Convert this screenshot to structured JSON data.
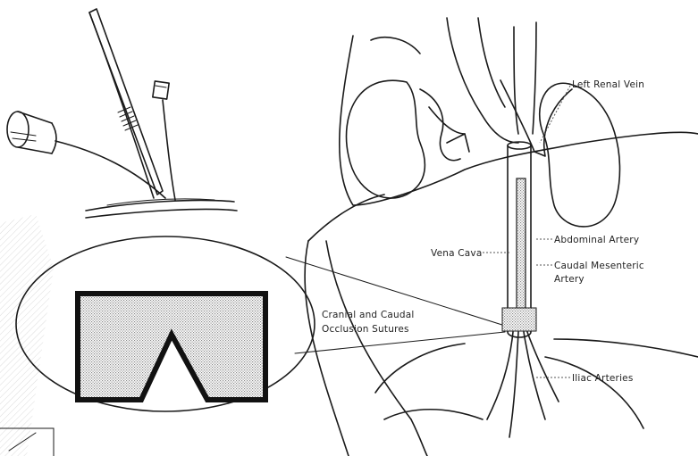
{
  "labels": {
    "left_renal_vein": "Left Renal Vein",
    "vena_cava": "Vena Cava",
    "abdominal_artery": "Abdominal Artery",
    "caudal_mesenteric_1": "Caudal Mesenteric",
    "caudal_mesenteric_2": "Artery",
    "suture_1": "Cranial and Caudal",
    "suture_2": "Occlusion Sutures",
    "iliac_arteries": "Iliac Arteries"
  },
  "colors": {
    "ink": "#1a1a1a",
    "stipple": "#bdbdbd",
    "background": "#ffffff"
  }
}
